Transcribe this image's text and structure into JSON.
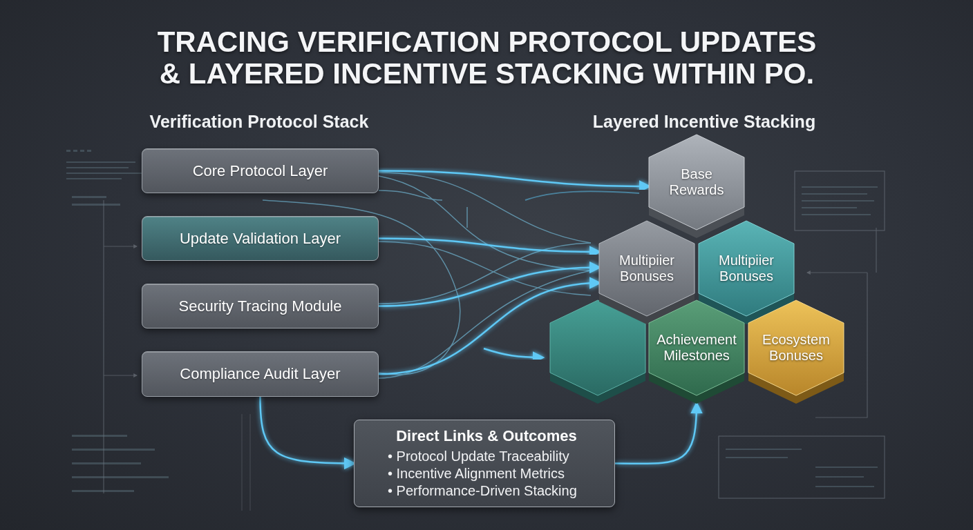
{
  "diagram": {
    "title": "TRACING VERIFICATION PROTOCOL UPDATES & LAYERED INCENTIVE STACKING WITHIN PO.",
    "nodes": [
      {
        "text": [
          "Core Protocol Layer"
        ]
      },
      {
        "text": [
          "Update Validation Layer"
        ]
      },
      {
        "text": [
          "Security Tracing Module"
        ]
      },
      {
        "text": [
          "Compliance Audit Layer"
        ]
      },
      {
        "text": [
          "Base Rewards"
        ]
      },
      {
        "text": [
          "Multipiier Bonuses"
        ]
      },
      {
        "text": [
          "Multipiier Bonuses"
        ]
      },
      {
        "text": [
          "Achievement Milestones"
        ]
      },
      {
        "text": [
          "Ecosystem Bonuses"
        ]
      },
      {
        "text": [
          "Direct Links & Outcomes",
          "• Protocol Update Traceability",
          "• Incentive Alignment Metrics",
          "• Performance-Driven Stacking"
        ]
      }
    ],
    "edges": [
      {
        "from": 0,
        "to": 4,
        "arrow": "to"
      },
      {
        "from": 1,
        "to": 5,
        "arrow": "to"
      },
      {
        "from": 2,
        "to": 5,
        "arrow": "to"
      },
      {
        "from": 3,
        "to": 5,
        "arrow": "to"
      },
      {
        "from": 3,
        "to": 9,
        "arrow": "to"
      },
      {
        "from": 9,
        "to": 7,
        "arrow": "to"
      }
    ],
    "labels": [
      "Verification Protocol Stack",
      "Layered Incentive Stacking"
    ]
  }
}
